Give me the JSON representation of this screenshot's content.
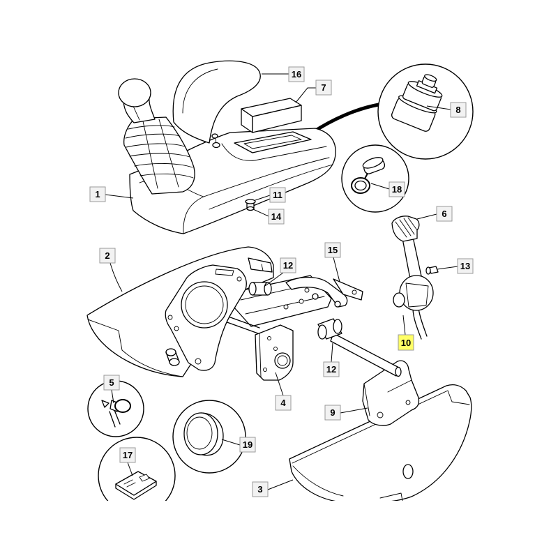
{
  "colors": {
    "line": "#000000",
    "background": "#ffffff",
    "label_fill": "#f2f2f2",
    "label_border": "#9a9a9a",
    "highlight": "#ffff66"
  },
  "callouts": [
    {
      "label": "16"
    },
    {
      "label": "7"
    },
    {
      "label": "8"
    },
    {
      "label": "18"
    },
    {
      "label": "1"
    },
    {
      "label": "11"
    },
    {
      "label": "14"
    },
    {
      "label": "6"
    },
    {
      "label": "2"
    },
    {
      "label": "15"
    },
    {
      "label": "12"
    },
    {
      "label": "13"
    },
    {
      "label": "10",
      "highlighted": true
    },
    {
      "label": "12"
    },
    {
      "label": "5"
    },
    {
      "label": "4"
    },
    {
      "label": "9"
    },
    {
      "label": "19"
    },
    {
      "label": "17"
    },
    {
      "label": "3"
    }
  ]
}
